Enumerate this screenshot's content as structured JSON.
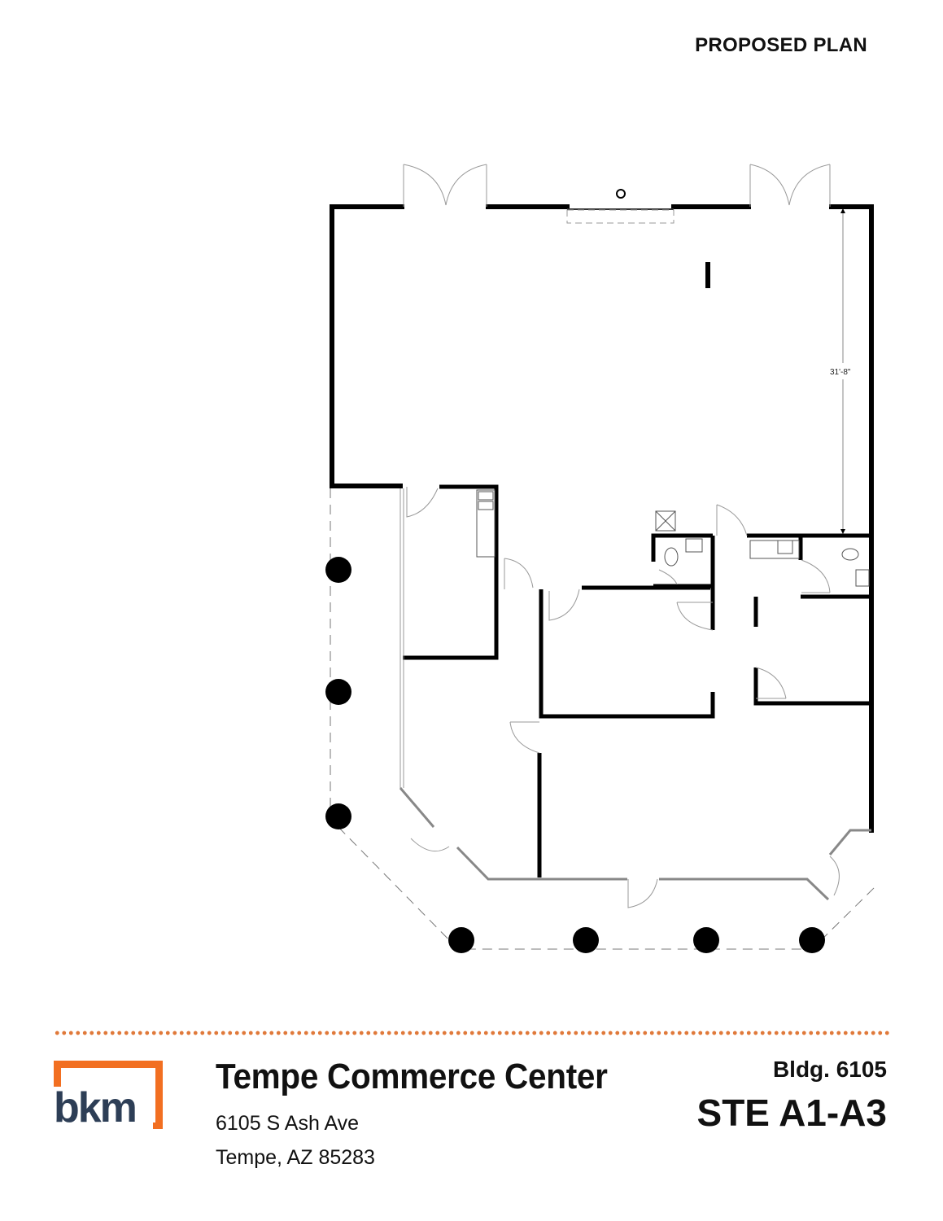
{
  "header": {
    "plan_title": "PROPOSED PLAN"
  },
  "floor_plan": {
    "dimension_label": "31'-8\"",
    "columns_count": 7,
    "colors": {
      "wall": "#000000",
      "window": "#888888",
      "door_swing": "#999999",
      "dashed_outline": "#777777"
    }
  },
  "footer": {
    "divider_color": "#e0793a",
    "logo": {
      "text": "bkm",
      "bracket_color": "#f26f21",
      "text_color": "#2d3e56"
    },
    "property_name": "Tempe Commerce Center",
    "address_line1": "6105 S Ash Ave",
    "address_line2": "Tempe, AZ 85283",
    "building": "Bldg. 6105",
    "suite": "STE A1-A3"
  }
}
